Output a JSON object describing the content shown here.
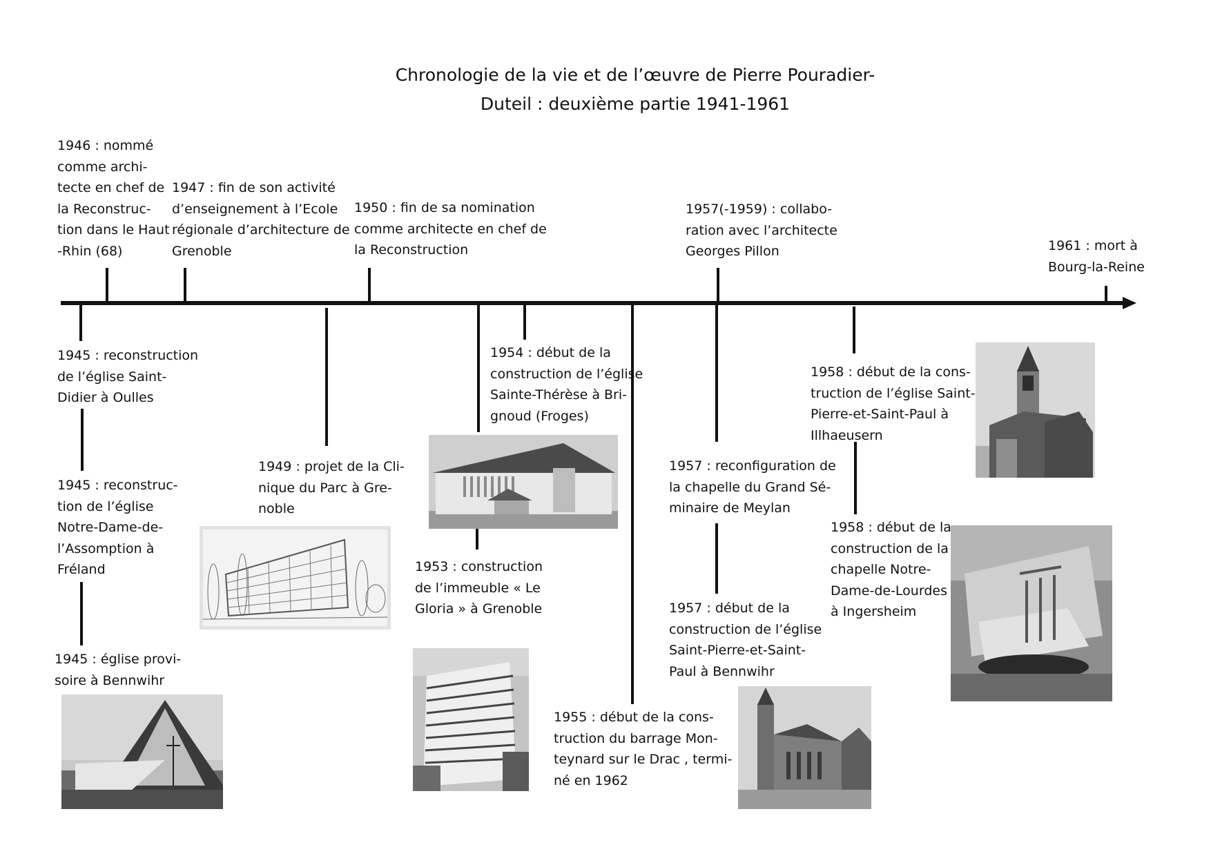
{
  "title": {
    "line1": "Chronologie de la vie et de l’œuvre de Pierre Pouradier-",
    "line2": "Duteil : deuxième partie 1941-1961"
  },
  "events": [
    {
      "id": "1946",
      "text": "1946 : nommé\ncomme archi-\ntecte en chef de\nla Reconstruc-\ntion dans le Haut\n-Rhin (68)"
    },
    {
      "id": "1947",
      "text": "1947 : fin de son activité\nd’enseignement à l’Ecole\nrégionale d’architecture de\nGrenoble"
    },
    {
      "id": "1950",
      "text": "1950 : fin de sa nomination\ncomme architecte en chef de\nla Reconstruction"
    },
    {
      "id": "1957-1959",
      "text": "1957(-1959) : collabo-\nration avec l’architecte\nGeorges Pillon"
    },
    {
      "id": "1961",
      "text": "1961 : mort à\nBourg-la-Reine"
    },
    {
      "id": "1945a",
      "text": "1945 : reconstruction\nde l’église Saint-\nDidier à Oulles"
    },
    {
      "id": "1945b",
      "text": "1945 : reconstruc-\ntion de l’église\nNotre-Dame-de-\nl’Assomption à\nFréland"
    },
    {
      "id": "1945c",
      "text": "1945 : église provi-\nsoire à Bennwihr"
    },
    {
      "id": "1949",
      "text": "1949 : projet de la Cli-\nnique du Parc à Gre-\nnoble"
    },
    {
      "id": "1954",
      "text": "1954 : début de la\nconstruction de l’église\nSainte-Thérèse à Bri-\ngnoud (Froges)"
    },
    {
      "id": "1953",
      "text": "1953 : construction\nde l’immeuble « Le\nGloria » à Grenoble"
    },
    {
      "id": "1955",
      "text": "1955 : début de la cons-\ntruction du barrage Mon-\nteynard sur le Drac , termi-\nné en 1962"
    },
    {
      "id": "1957a",
      "text": "1957 : reconfiguration de\nla chapelle du Grand Sé-\nminaire de Meylan"
    },
    {
      "id": "1957b",
      "text": "1957 : début de la\nconstruction de l’église\nSaint-Pierre-et-Saint-\nPaul à Bennwihr"
    },
    {
      "id": "1958a",
      "text": "1958 : début de la cons-\ntruction de l’église Saint-\nPierre-et-Saint-Paul à\nIllhaeusern"
    },
    {
      "id": "1958b",
      "text": "1958 : début de la\nconstruction de la\nchapelle Notre-\nDame-de-Lourdes\nà Ingersheim"
    }
  ]
}
